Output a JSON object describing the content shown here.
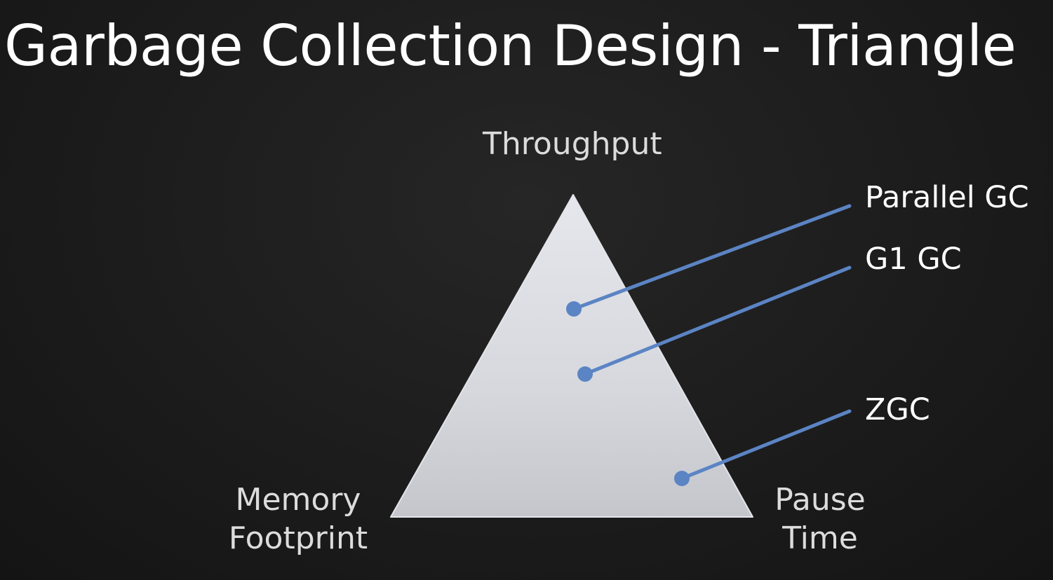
{
  "title": "Garbage Collection Design - Triangle",
  "vertices": {
    "top": "Throughput",
    "bottom_left": [
      "Memory",
      "Footprint"
    ],
    "bottom_right": [
      "Pause",
      "Time"
    ]
  },
  "collectors": [
    {
      "label": "Parallel GC"
    },
    {
      "label": "G1 GC"
    },
    {
      "label": "ZGC"
    }
  ],
  "colors": {
    "background": "#1c1c1c",
    "triangle_fill": "#d4d6dc",
    "connector": "#5b84c4",
    "text": "#ffffff"
  }
}
